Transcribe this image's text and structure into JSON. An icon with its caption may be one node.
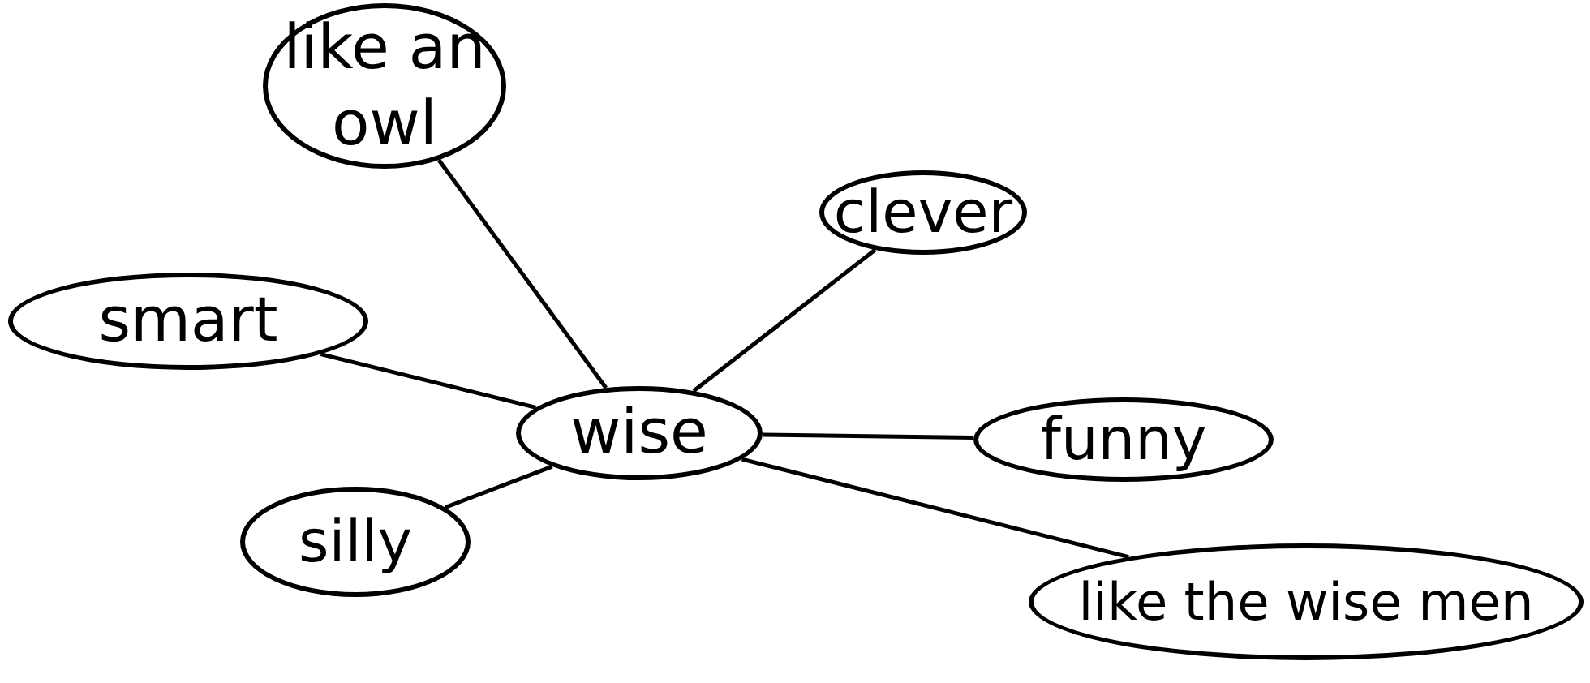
{
  "diagram": {
    "nodes": [
      {
        "text": [
          "like an owl"
        ]
      },
      {
        "text": [
          "clever"
        ]
      },
      {
        "text": [
          "smart"
        ]
      },
      {
        "text": [
          "wise"
        ]
      },
      {
        "text": [
          "funny"
        ]
      },
      {
        "text": [
          "silly"
        ]
      },
      {
        "text": [
          "like the wise men"
        ]
      }
    ],
    "edges": [
      {
        "from": 3,
        "to": 0,
        "arrow": "none"
      },
      {
        "from": 3,
        "to": 1,
        "arrow": "none"
      },
      {
        "from": 3,
        "to": 2,
        "arrow": "none"
      },
      {
        "from": 3,
        "to": 4,
        "arrow": "none"
      },
      {
        "from": 3,
        "to": 5,
        "arrow": "none"
      },
      {
        "from": 3,
        "to": 6,
        "arrow": "none"
      }
    ]
  }
}
